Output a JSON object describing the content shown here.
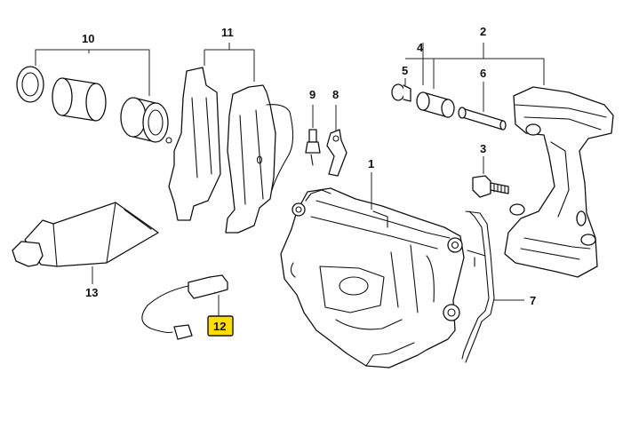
{
  "diagram": {
    "title": "",
    "highlight_color": "#ffdd00",
    "highlighted_part": "12",
    "callouts": [
      "1",
      "2",
      "3",
      "4",
      "5",
      "6",
      "7",
      "8",
      "9",
      "10",
      "11",
      "12",
      "13"
    ],
    "parts": [
      {
        "number": "1",
        "depicts": "brake caliper housing"
      },
      {
        "number": "2",
        "depicts": "caliper carrier"
      },
      {
        "number": "3",
        "depicts": "bolt"
      },
      {
        "number": "4",
        "depicts": "guide bushing set"
      },
      {
        "number": "5",
        "depicts": "dust cap"
      },
      {
        "number": "6",
        "depicts": "guide pin"
      },
      {
        "number": "7",
        "depicts": "anti-rattle spring"
      },
      {
        "number": "8",
        "depicts": "bleeder bracket"
      },
      {
        "number": "9",
        "depicts": "bleeder screw"
      },
      {
        "number": "10",
        "depicts": "piston repair kit"
      },
      {
        "number": "11",
        "depicts": "brake pad set"
      },
      {
        "number": "12",
        "depicts": "wear sensor"
      },
      {
        "number": "13",
        "depicts": "grease tube"
      }
    ]
  }
}
